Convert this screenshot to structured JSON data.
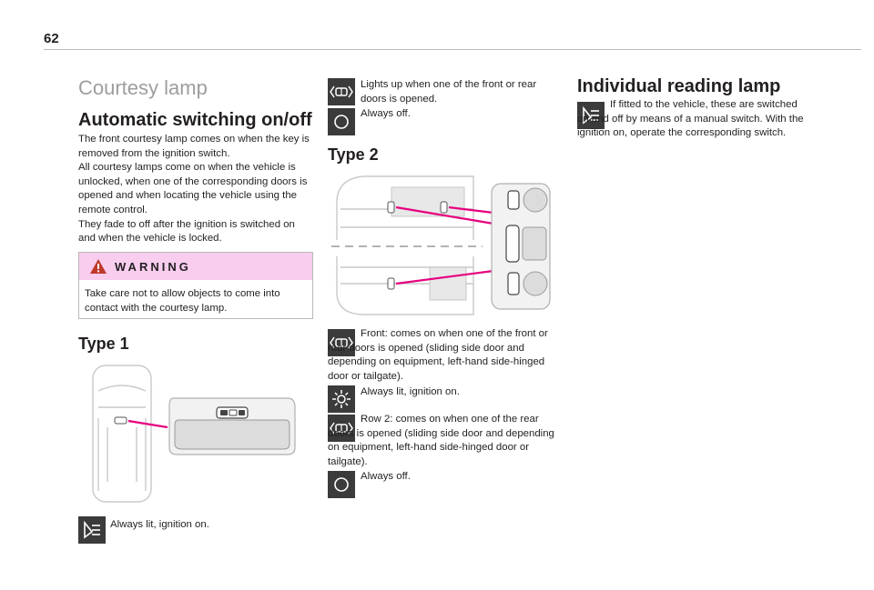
{
  "page": {
    "number": "62"
  },
  "left": {
    "title": "Courtesy lamp",
    "subtitle": "Automatic switching on/off",
    "paragraphs": [
      "The front courtesy lamp comes on when the key is removed from the ignition switch.",
      "All courtesy lamps come on when the vehicle is unlocked, when one of the corresponding doors is opened and when locating the vehicle using the remote control.",
      "They fade to off after the ignition is switched on and when the vehicle is locked."
    ],
    "warning": {
      "title": "WARNING",
      "text": "Take care not to allow objects to come into contact with the courtesy lamp."
    },
    "type1": {
      "heading": "Type 1",
      "item_text": "Always lit, ignition on.",
      "icon": "reading-lamp-icon"
    }
  },
  "middle": {
    "top_items": [
      {
        "icon": "door-lamp-icon",
        "text": "Lights up when one of the front or rear doors is opened."
      },
      {
        "icon": "off-icon",
        "text": "Always off."
      }
    ],
    "type2": {
      "heading": "Type 2"
    },
    "items": [
      {
        "icon": "door-lamp-icon",
        "text": "Front: comes on when one of the front or rear doors is opened (sliding side door and depending on equipment, left-hand side-hinged door or tailgate)."
      },
      {
        "icon": "sun-lamp-icon",
        "text": "Always lit, ignition on."
      },
      {
        "icon": "door-lamp-icon",
        "text": "Row 2: comes on when one of the rear doors is opened (sliding side door and depending on equipment, left-hand side-hinged door or tailgate)."
      },
      {
        "icon": "off-icon",
        "text": "Always off."
      }
    ]
  },
  "right": {
    "heading": "Individual reading lamp",
    "text": "If fitted to the vehicle, these are switched on and off by means of a manual switch. With the ignition on, operate the corresponding switch.",
    "icon": "reading-lamp-icon"
  },
  "colors": {
    "accent_pink": "#f8cdee",
    "line_magenta": "#e6007e",
    "icon_bg": "#3b3b3b",
    "heading_grey": "#9d9d9d"
  }
}
